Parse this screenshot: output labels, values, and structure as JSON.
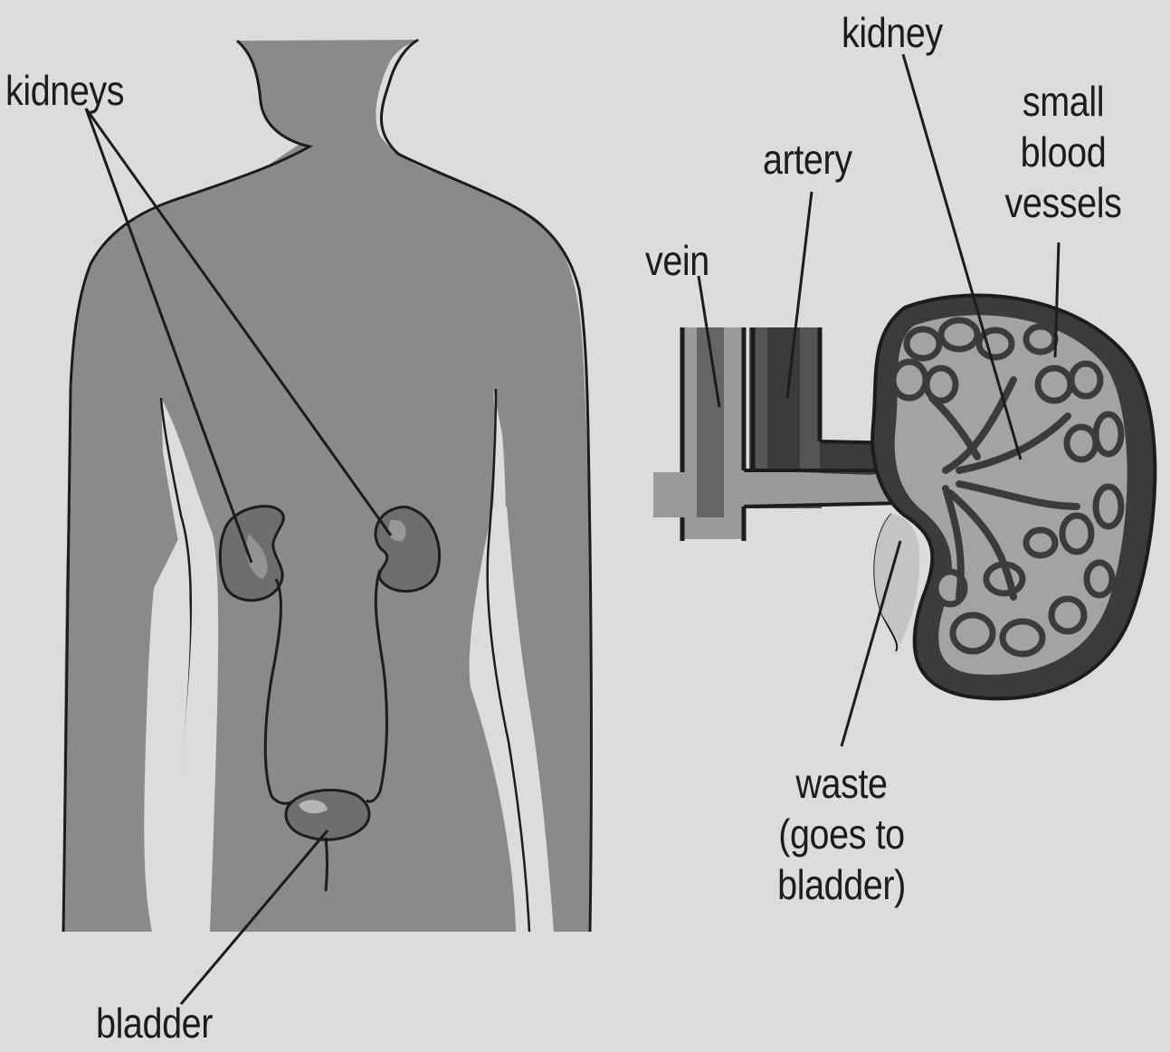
{
  "labels": {
    "kidneys": "kidneys",
    "bladder": "bladder",
    "kidney": "kidney",
    "artery": "artery",
    "vein": "vein",
    "small_blood_vessels": [
      "small",
      "blood",
      "vessels"
    ],
    "waste": [
      "waste",
      "(goes to",
      "bladder)"
    ]
  },
  "colors": {
    "background": "#dcdcdb",
    "body_fill": "#8a8a8a",
    "outline": "#1c1c1c",
    "kidney_fill": "#6e6e6e",
    "kidney_interior": "#a3a3a3",
    "vessel_dark": "#3b3b3b",
    "vein_fill": "#9a9a9a"
  }
}
